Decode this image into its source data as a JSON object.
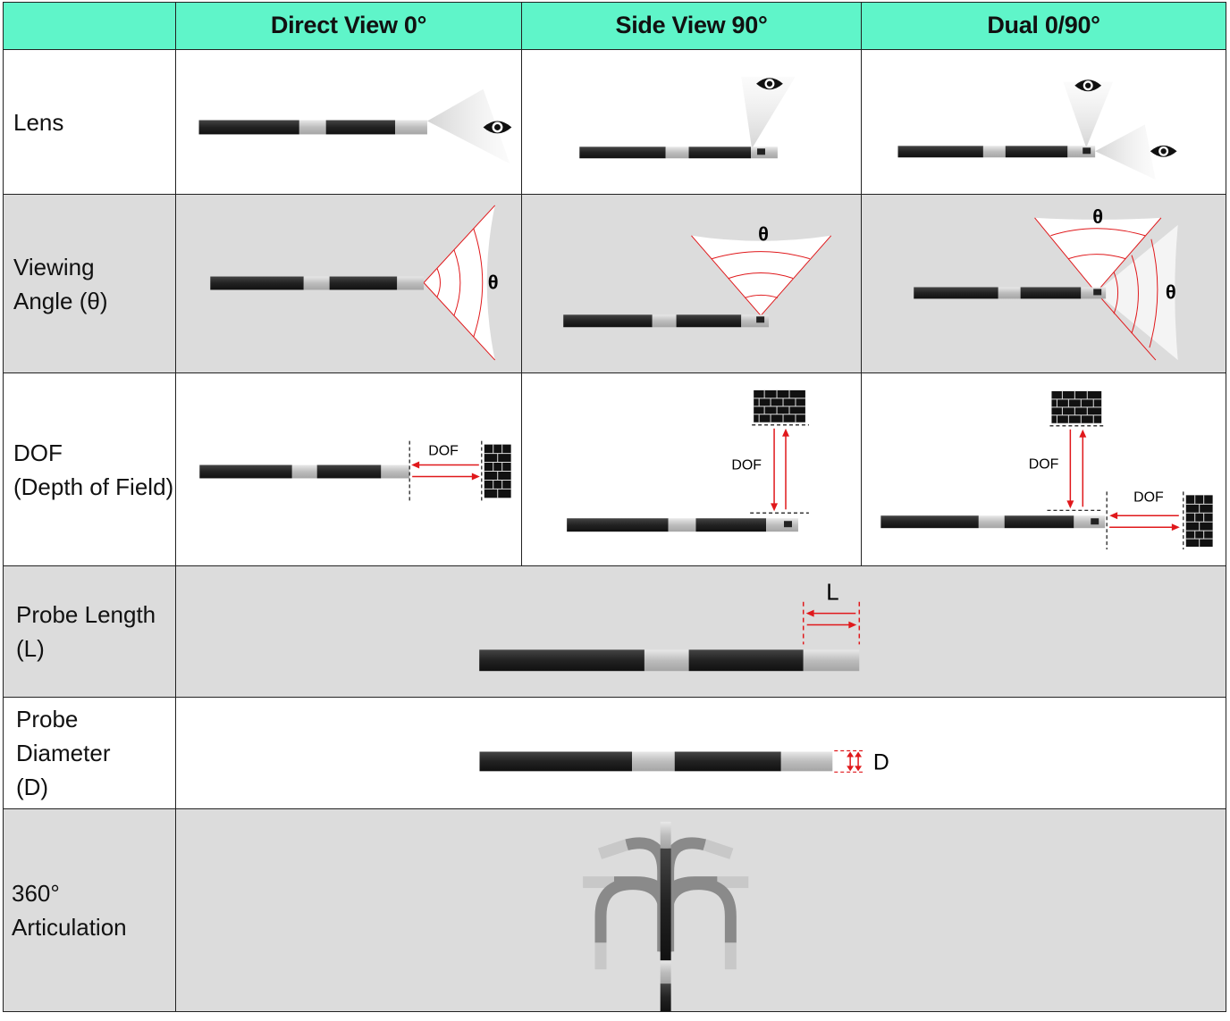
{
  "headers": {
    "corner": "",
    "direct": "Direct View 0°",
    "side": "Side View 90°",
    "dual": "Dual 0/90°"
  },
  "rows": {
    "lens": {
      "label": "Lens"
    },
    "viewing_angle": {
      "label_line1": "Viewing",
      "label_line2": "Angle (θ)"
    },
    "dof": {
      "label_line1": "DOF",
      "label_line2": "(Depth of Field)"
    },
    "probe_length": {
      "label_line1": "Probe Length",
      "label_line2": "(L)"
    },
    "probe_diameter": {
      "label_line1": "Probe Diameter",
      "label_line2": "(D)"
    },
    "articulation": {
      "label_line1": "360°",
      "label_line2": "Articulation"
    }
  },
  "symbols": {
    "theta": "θ",
    "dof": "DOF",
    "length": "L",
    "diameter": "D"
  },
  "colors": {
    "header_bg": "#5ff5c9",
    "gray_row": "#dcdcdc",
    "probe_dark": "#2a2a2a",
    "probe_silver": "#c8c8c8",
    "measure_red": "#e0181b"
  },
  "icons": [
    "eye-icon",
    "brick-wall-icon",
    "probe-tube"
  ]
}
